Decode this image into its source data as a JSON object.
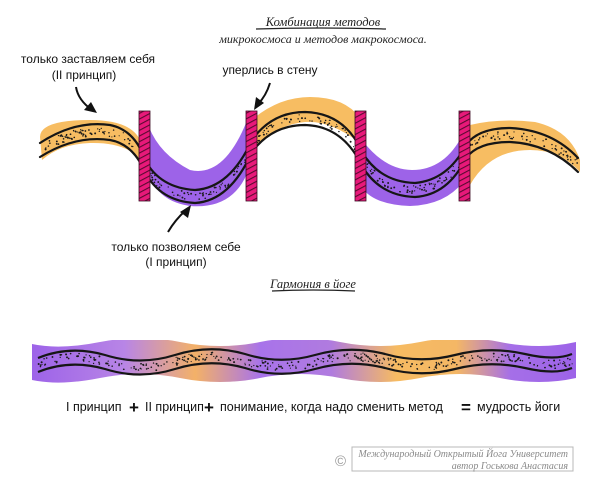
{
  "title": {
    "line1": "Комбинация методов",
    "line2": "микрокосмоса и методов макрокосмоса."
  },
  "labels": {
    "force_top": "только заставляем себя",
    "force_sub": "(II принцип)",
    "wall": "уперлись в стену",
    "allow_top": "только позволяем себе",
    "allow_sub": "(I принцип)"
  },
  "harmony_title": "Гармония в йоге",
  "formula": {
    "term1": "I принцип",
    "plus1": "+",
    "term2": "II принцип",
    "plus2": "+",
    "term3": "понимание, когда надо сменить метод",
    "equals": "=",
    "result": "мудрость йоги"
  },
  "credit": {
    "symbol": "©",
    "line1": "Международный Открытый Йога Университет",
    "line2": "автор Госькова Анастасия"
  },
  "colors": {
    "orange": "#f7bd62",
    "purple": "#9d63e8",
    "magenta": "#e8197a",
    "ink": "#161616"
  }
}
